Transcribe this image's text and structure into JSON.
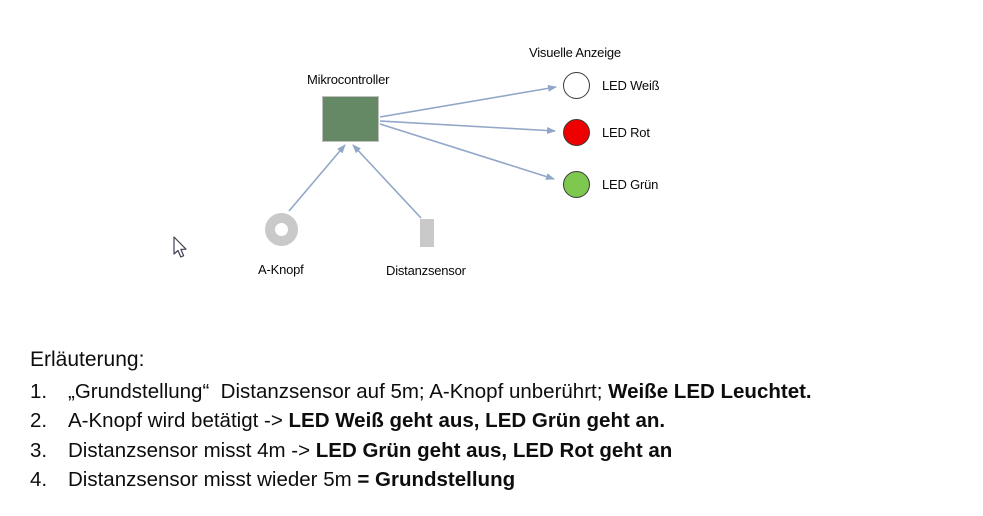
{
  "diagram": {
    "microcontroller_label": "Mikrocontroller",
    "visual_display_title": "Visuelle Anzeige",
    "leds": [
      {
        "name": "led-weiss",
        "label": "LED Weiß",
        "fill": "#ffffff"
      },
      {
        "name": "led-rot",
        "label": "LED Rot",
        "fill": "#ee0000"
      },
      {
        "name": "led-gruen",
        "label": "LED Grün",
        "fill": "#7ec84f"
      }
    ],
    "button_label": "A-Knopf",
    "sensor_label": "Distanzsensor"
  },
  "colors": {
    "microcontroller_fill": "#648964",
    "microcontroller_border": "#bfbfbf",
    "arrow": "#92a7c7",
    "input_shape_gray": "#c9c9c9",
    "led_border": "#3a3a3a"
  },
  "explanation": {
    "heading": "Erläuterung:",
    "items": [
      {
        "number": "1.",
        "segments": [
          {
            "text": "„Grundstellung“  Distanzsensor auf 5m; A-Knopf unberührt; ",
            "bold": false
          },
          {
            "text": "Weiße LED Leuchtet.",
            "bold": true
          }
        ]
      },
      {
        "number": "2.",
        "segments": [
          {
            "text": "A-Knopf wird betätigt -> ",
            "bold": false
          },
          {
            "text": "LED Weiß geht aus, LED Grün geht an.",
            "bold": true
          }
        ]
      },
      {
        "number": "3.",
        "segments": [
          {
            "text": "Distanzsensor misst 4m -> ",
            "bold": false
          },
          {
            "text": "LED Grün geht aus, LED Rot geht an",
            "bold": true
          }
        ]
      },
      {
        "number": "4.",
        "segments": [
          {
            "text": "Distanzsensor misst wieder 5m ",
            "bold": false
          },
          {
            "text": "= Grundstellung",
            "bold": true
          }
        ]
      }
    ]
  }
}
